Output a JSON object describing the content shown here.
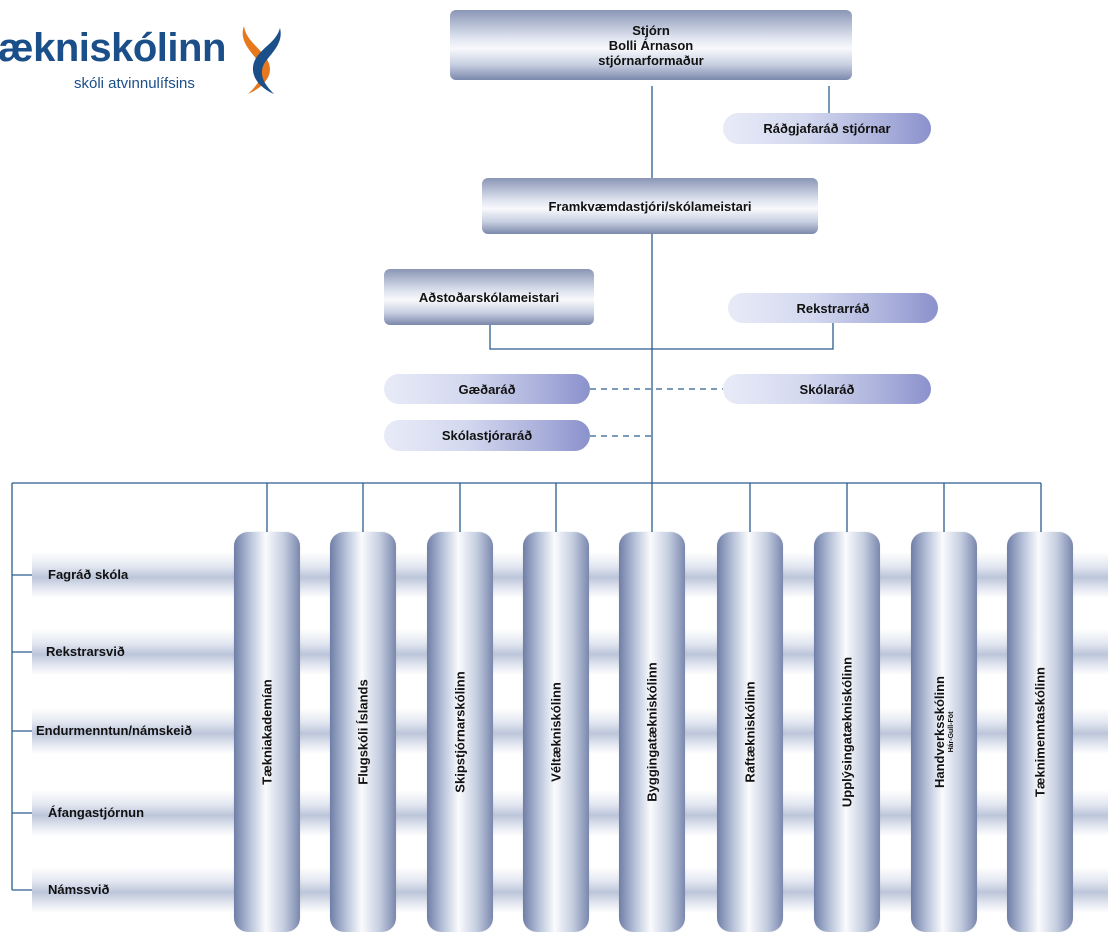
{
  "logo": {
    "name": "ækniskólinn",
    "tagline": "skóli atvinnulífsins"
  },
  "board": {
    "title": "Stjórn",
    "person": "Bolli Árnason",
    "role": "stjórnarformaður"
  },
  "advisory_board": "Ráðgjafaráð stjórnar",
  "ceo": "Framkvæmdastjóri/skólameistari",
  "assistant": "Aðstoðarskólameistari",
  "operations_council": "Rekstrarráð",
  "quality_council": "Gæðaráð",
  "school_council": "Skólaráð",
  "principals_council": "Skólastjóraráð",
  "divisions": [
    {
      "label": "Fagráð skóla"
    },
    {
      "label": "Rekstrarsvið"
    },
    {
      "label": "Endurmenntun/námskeið"
    },
    {
      "label": "Áfangastjórnun"
    },
    {
      "label": "Námssvið"
    }
  ],
  "schools": [
    {
      "name": "Tækniakademían",
      "sub": ""
    },
    {
      "name": "Flugskóli Íslands",
      "sub": ""
    },
    {
      "name": "Skipstjórnarskólinn",
      "sub": ""
    },
    {
      "name": "Véltækniskólinn",
      "sub": ""
    },
    {
      "name": "Byggingatækniskólinn",
      "sub": ""
    },
    {
      "name": "Raftækniskólinn",
      "sub": ""
    },
    {
      "name": "Upplýsingatækniskólinn",
      "sub": ""
    },
    {
      "name": "Handverksskólinn",
      "sub": "Hár-Gull-Föt"
    },
    {
      "name": "Tæknimenntaskólinn",
      "sub": ""
    }
  ],
  "colors": {
    "line": "#2c5d8f",
    "logo_blue": "#1b4f8a",
    "logo_orange": "#e8781e",
    "pill_dark": "#8b91cc"
  }
}
